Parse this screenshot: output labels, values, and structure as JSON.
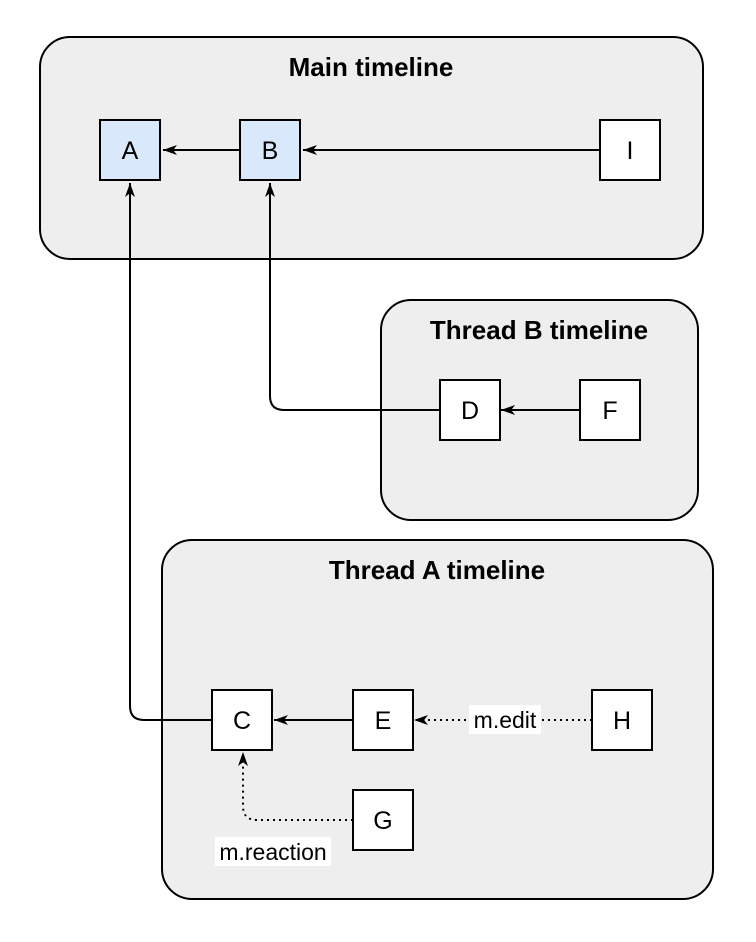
{
  "colors": {
    "canvas-bg": "#ffffff",
    "container-fill": "#eeeeee",
    "container-stroke": "#000000",
    "node-fill": "#ffffff",
    "node-stroke": "#000000",
    "node-highlight-fill": "#dae8fc",
    "edge-color": "#000000",
    "label-bg": "#ffffff",
    "text-color": "#000000"
  },
  "containers": {
    "main": {
      "title": "Main timeline"
    },
    "thread_b": {
      "title": "Thread B timeline"
    },
    "thread_a": {
      "title": "Thread A timeline"
    }
  },
  "nodes": {
    "a": {
      "label": "A",
      "highlighted": true
    },
    "b": {
      "label": "B",
      "highlighted": true
    },
    "i": {
      "label": "I",
      "highlighted": false
    },
    "d": {
      "label": "D",
      "highlighted": false
    },
    "f": {
      "label": "F",
      "highlighted": false
    },
    "c": {
      "label": "C",
      "highlighted": false
    },
    "e": {
      "label": "E",
      "highlighted": false
    },
    "h": {
      "label": "H",
      "highlighted": false
    },
    "g": {
      "label": "G",
      "highlighted": false
    }
  },
  "edges": [
    {
      "from": "I",
      "to": "B",
      "style": "solid",
      "label": ""
    },
    {
      "from": "B",
      "to": "A",
      "style": "solid",
      "label": ""
    },
    {
      "from": "F",
      "to": "D",
      "style": "solid",
      "label": ""
    },
    {
      "from": "D",
      "to": "B",
      "style": "solid",
      "label": ""
    },
    {
      "from": "E",
      "to": "C",
      "style": "solid",
      "label": ""
    },
    {
      "from": "C",
      "to": "A",
      "style": "solid",
      "label": ""
    },
    {
      "from": "H",
      "to": "E",
      "style": "dotted",
      "label": "m.edit"
    },
    {
      "from": "G",
      "to": "C",
      "style": "dotted",
      "label": "m.reaction"
    }
  ]
}
